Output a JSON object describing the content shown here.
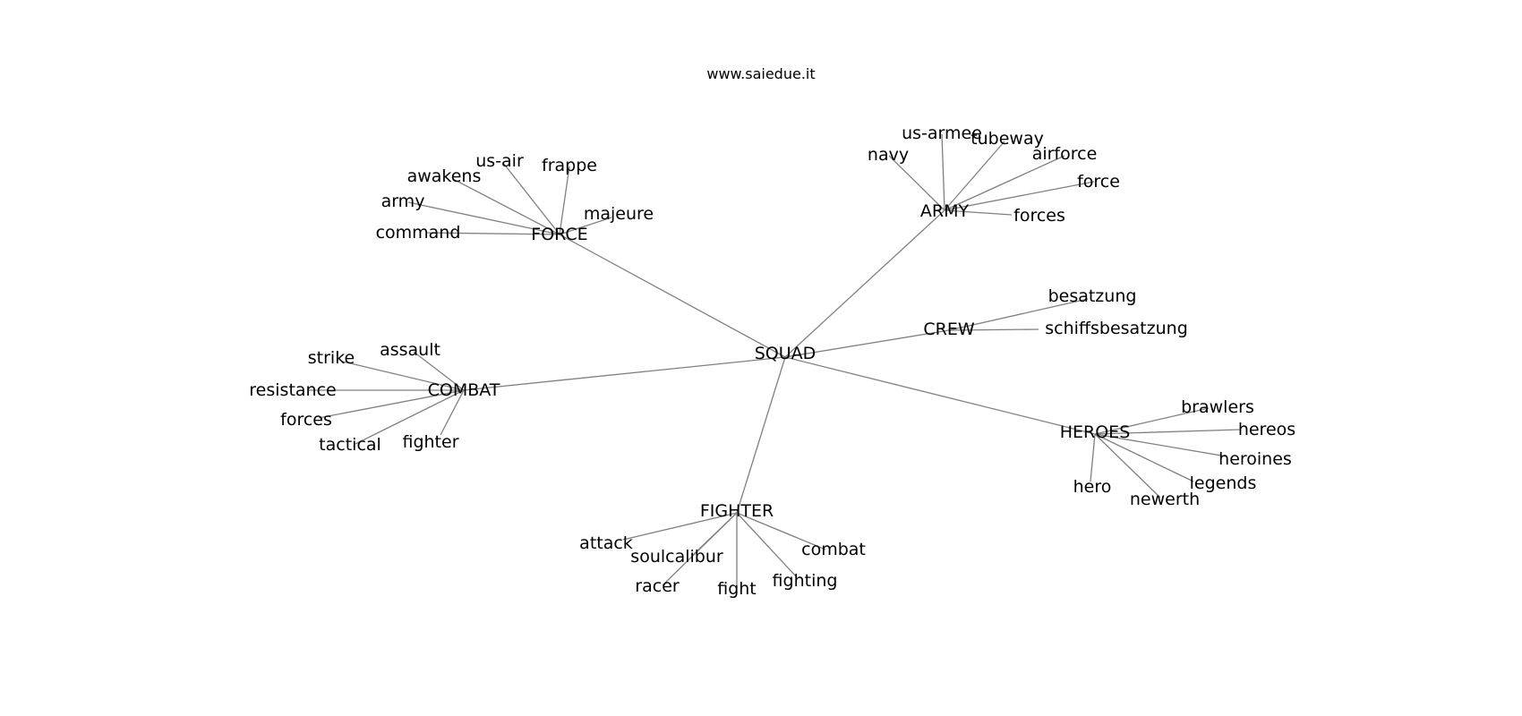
{
  "header": {
    "site": "www.saiedue.it"
  },
  "graph": {
    "center": "SQUAD",
    "nodes": [
      "SQUAD",
      "FORCE",
      "ARMY",
      "CREW",
      "COMBAT",
      "HEROES",
      "FIGHTER",
      "us-air",
      "frappe",
      "awakens",
      "army",
      "majeure",
      "command",
      "us-armee",
      "tubeway",
      "navy",
      "airforce",
      "force",
      "forces",
      "besatzung",
      "schiffsbesatzung",
      "assault",
      "strike",
      "resistance",
      "forces_2",
      "tactical",
      "fighter",
      "brawlers",
      "hereos",
      "heroines",
      "legends",
      "hero",
      "newerth",
      "attack",
      "soulcalibur",
      "combat",
      "racer",
      "fight",
      "fighting"
    ],
    "labels": {
      "forces_2": "forces"
    },
    "edges": [
      [
        "SQUAD",
        "FORCE"
      ],
      [
        "SQUAD",
        "ARMY"
      ],
      [
        "SQUAD",
        "CREW"
      ],
      [
        "SQUAD",
        "COMBAT"
      ],
      [
        "SQUAD",
        "HEROES"
      ],
      [
        "SQUAD",
        "FIGHTER"
      ],
      [
        "FORCE",
        "us-air"
      ],
      [
        "FORCE",
        "frappe"
      ],
      [
        "FORCE",
        "awakens"
      ],
      [
        "FORCE",
        "army"
      ],
      [
        "FORCE",
        "majeure"
      ],
      [
        "FORCE",
        "command"
      ],
      [
        "ARMY",
        "us-armee"
      ],
      [
        "ARMY",
        "tubeway"
      ],
      [
        "ARMY",
        "navy"
      ],
      [
        "ARMY",
        "airforce"
      ],
      [
        "ARMY",
        "force"
      ],
      [
        "ARMY",
        "forces"
      ],
      [
        "CREW",
        "besatzung"
      ],
      [
        "CREW",
        "schiffsbesatzung"
      ],
      [
        "COMBAT",
        "assault"
      ],
      [
        "COMBAT",
        "strike"
      ],
      [
        "COMBAT",
        "resistance"
      ],
      [
        "COMBAT",
        "forces_2"
      ],
      [
        "COMBAT",
        "tactical"
      ],
      [
        "COMBAT",
        "fighter"
      ],
      [
        "HEROES",
        "brawlers"
      ],
      [
        "HEROES",
        "hereos"
      ],
      [
        "HEROES",
        "heroines"
      ],
      [
        "HEROES",
        "legends"
      ],
      [
        "HEROES",
        "hero"
      ],
      [
        "HEROES",
        "newerth"
      ],
      [
        "FIGHTER",
        "attack"
      ],
      [
        "FIGHTER",
        "soulcalibur"
      ],
      [
        "FIGHTER",
        "combat"
      ],
      [
        "FIGHTER",
        "racer"
      ],
      [
        "FIGHTER",
        "fight"
      ],
      [
        "FIGHTER",
        "fighting"
      ]
    ]
  }
}
